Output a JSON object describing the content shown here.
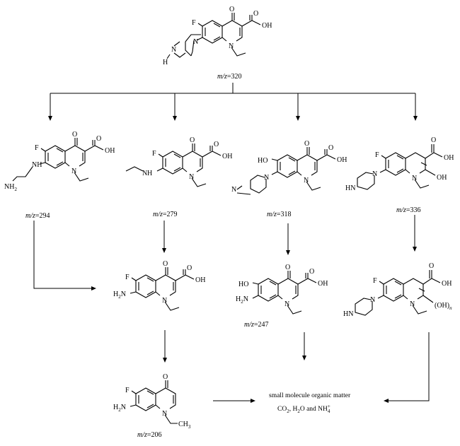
{
  "parent": {
    "mz_prefix": "m/z",
    "mz_value": "=320"
  },
  "products": [
    {
      "id": "p294",
      "mz_prefix": "m/z",
      "mz_value": "=294"
    },
    {
      "id": "p279",
      "mz_prefix": "m/z",
      "mz_value": "=279"
    },
    {
      "id": "p318",
      "mz_prefix": "m/z",
      "mz_value": "=318"
    },
    {
      "id": "p336",
      "mz_prefix": "m/z",
      "mz_value": "=336"
    },
    {
      "id": "p247",
      "mz_prefix": "m/z",
      "mz_value": "=247"
    },
    {
      "id": "p206",
      "mz_prefix": "m/z",
      "mz_value": "=206"
    }
  ],
  "final": {
    "line1": "small molecule organic matter",
    "line2_a": "CO",
    "line2_sub1": "2",
    "line2_b": ", H",
    "line2_sub2": "2",
    "line2_c": "O and NH",
    "line2_sup": "+",
    "line2_sub3": "4"
  },
  "atoms": {
    "F": "F",
    "O": "O",
    "OH": "OH",
    "N": "N",
    "H": "H",
    "NH": "NH",
    "HN": "HN",
    "HO": "HO",
    "H2N_a": "H",
    "H2N_b": "2",
    "H2N_c": "N",
    "NH2_a": "NH",
    "NH2_b": "2",
    "CH3_a": "CH",
    "CH3_b": "3",
    "OHn_a": "(OH)",
    "OHn_b": "n"
  }
}
